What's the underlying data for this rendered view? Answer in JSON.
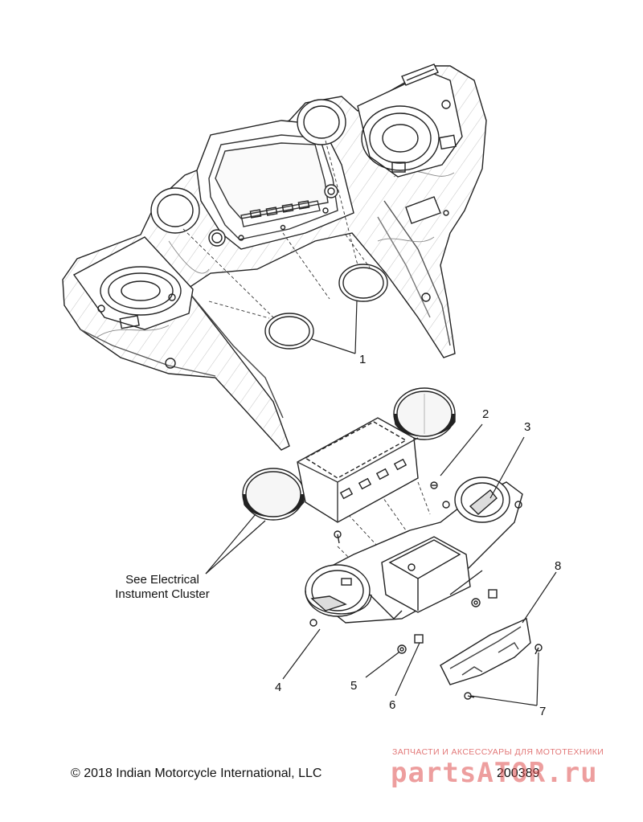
{
  "callouts": [
    "1",
    "2",
    "3",
    "4",
    "5",
    "6",
    "7",
    "8"
  ],
  "note": {
    "line1": "See Electrical",
    "line2": "Instument Cluster"
  },
  "copyright": "© 2018 Indian Motorcycle International, LLC",
  "drawing_number": "200389",
  "watermark": {
    "tagline": "ЗАПЧАСТИ И АКСЕССУАРЫ ДЛЯ МОТОТЕХНИКИ",
    "logo": "partsATOR.ru"
  },
  "colors": {
    "line": "#222222",
    "hatch": "#9a9a9a",
    "watermark": "#e05050"
  }
}
